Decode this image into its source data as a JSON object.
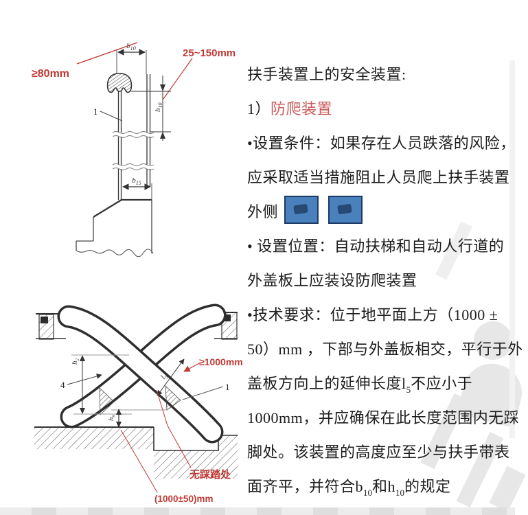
{
  "colors": {
    "background": "#ffffff",
    "body_text": "#1d1d1d",
    "heading_red": "#cd5b5b",
    "dimension_red": "#c03a35",
    "diagram_line": "#333333",
    "thumbnail_blue": "#4a80bb",
    "thumbnail_border": "#1d3b66",
    "watermark_gray": "#e7e7e7"
  },
  "text_column": {
    "lines": [
      {
        "parts": [
          {
            "t": "扶手装置上的安全装置:"
          }
        ]
      },
      {
        "parts": [
          {
            "t": "1）"
          },
          {
            "t": "防爬装置",
            "c": "red"
          }
        ]
      },
      {
        "parts": [
          {
            "t": "•设置条件：如果存在人员跌落的风险，"
          }
        ]
      },
      {
        "parts": [
          {
            "t": "应采取适当措施阻止人员爬上扶手装置"
          }
        ]
      },
      {
        "parts": [
          {
            "t": "外侧"
          },
          {
            "type": "thumb"
          },
          {
            "type": "thumb"
          }
        ]
      },
      {
        "parts": [
          {
            "t": "• 设置位置：自动扶梯和自动人行道的"
          }
        ]
      },
      {
        "parts": [
          {
            "t": "外盖板上应装设防爬装置"
          }
        ]
      },
      {
        "parts": [
          {
            "t": "•技术要求：位于地平面上方（1000 ±"
          }
        ]
      },
      {
        "parts": [
          {
            "t": "50）mm ，下部与外盖板相交，平行于外"
          }
        ]
      },
      {
        "parts": [
          {
            "t": "盖板方向上的延伸长度l"
          },
          {
            "t": "5",
            "sub": true
          },
          {
            "t": "不应小于"
          }
        ]
      },
      {
        "parts": [
          {
            "t": "1000mm，并应确保在此长度范围内无踩"
          }
        ]
      },
      {
        "parts": [
          {
            "t": "脚处。该装置的高度应至少与扶手带表"
          }
        ]
      },
      {
        "parts": [
          {
            "t": "面齐平，并符合b"
          },
          {
            "t": "10",
            "sub": true
          },
          {
            "t": "和h"
          },
          {
            "t": "10",
            "sub": true
          },
          {
            "t": "的规定"
          }
        ]
      }
    ]
  },
  "diagram_top": {
    "labels": {
      "b10": {
        "base": "b",
        "sub": "10"
      },
      "min_width": "≥80mm",
      "range": "25~150mm",
      "h10": {
        "base": "h",
        "sub": "10"
      },
      "part": "1",
      "b15": {
        "base": "b",
        "sub": "15"
      }
    }
  },
  "diagram_bottom": {
    "labels": {
      "min_len": "≥1000mm",
      "part4": "4",
      "part1": "1",
      "l5": {
        "base": "l",
        "sub": "5"
      },
      "h2": {
        "base": "h",
        "sub": "2"
      },
      "h8": {
        "base": "h",
        "sub": "8"
      },
      "no_step": "无踩踏处",
      "height_range": "(1000±50)mm"
    }
  },
  "thumbnails": {
    "count": 2
  }
}
